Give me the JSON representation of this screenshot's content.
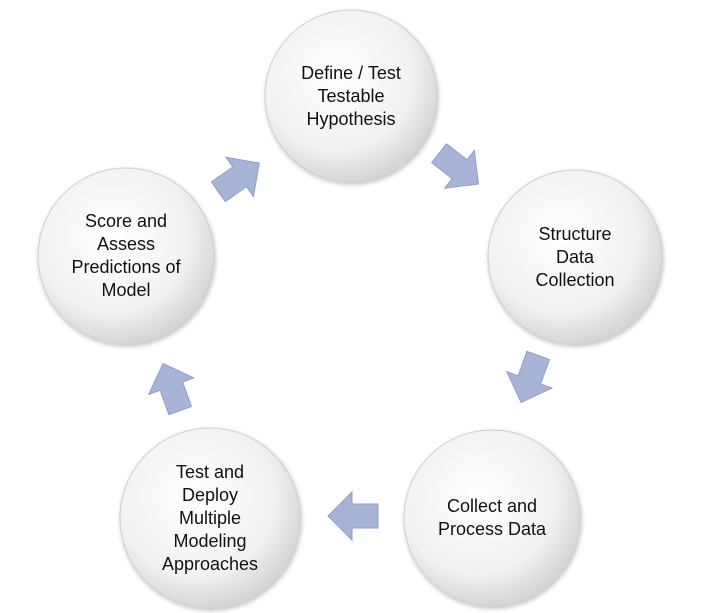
{
  "diagram": {
    "type": "cycle",
    "steps": [
      {
        "id": "define",
        "label": "Define / Test\nTestable\nHypothesis"
      },
      {
        "id": "structure",
        "label": "Structure\nData\nCollection"
      },
      {
        "id": "collect",
        "label": "Collect and\nProcess Data"
      },
      {
        "id": "test",
        "label": "Test and\nDeploy\nMultiple\nModeling\nApproaches"
      },
      {
        "id": "score",
        "label": "Score and\nAssess\nPredictions of\nModel"
      }
    ],
    "colors": {
      "circle_fill_center": "#ffffff",
      "circle_fill_edge": "#d9d9d9",
      "circle_stroke": "#c8c8c8",
      "arrow_fill": "#a7b4d8",
      "arrow_stroke": "#8f9ec8",
      "text": "#111111"
    }
  }
}
